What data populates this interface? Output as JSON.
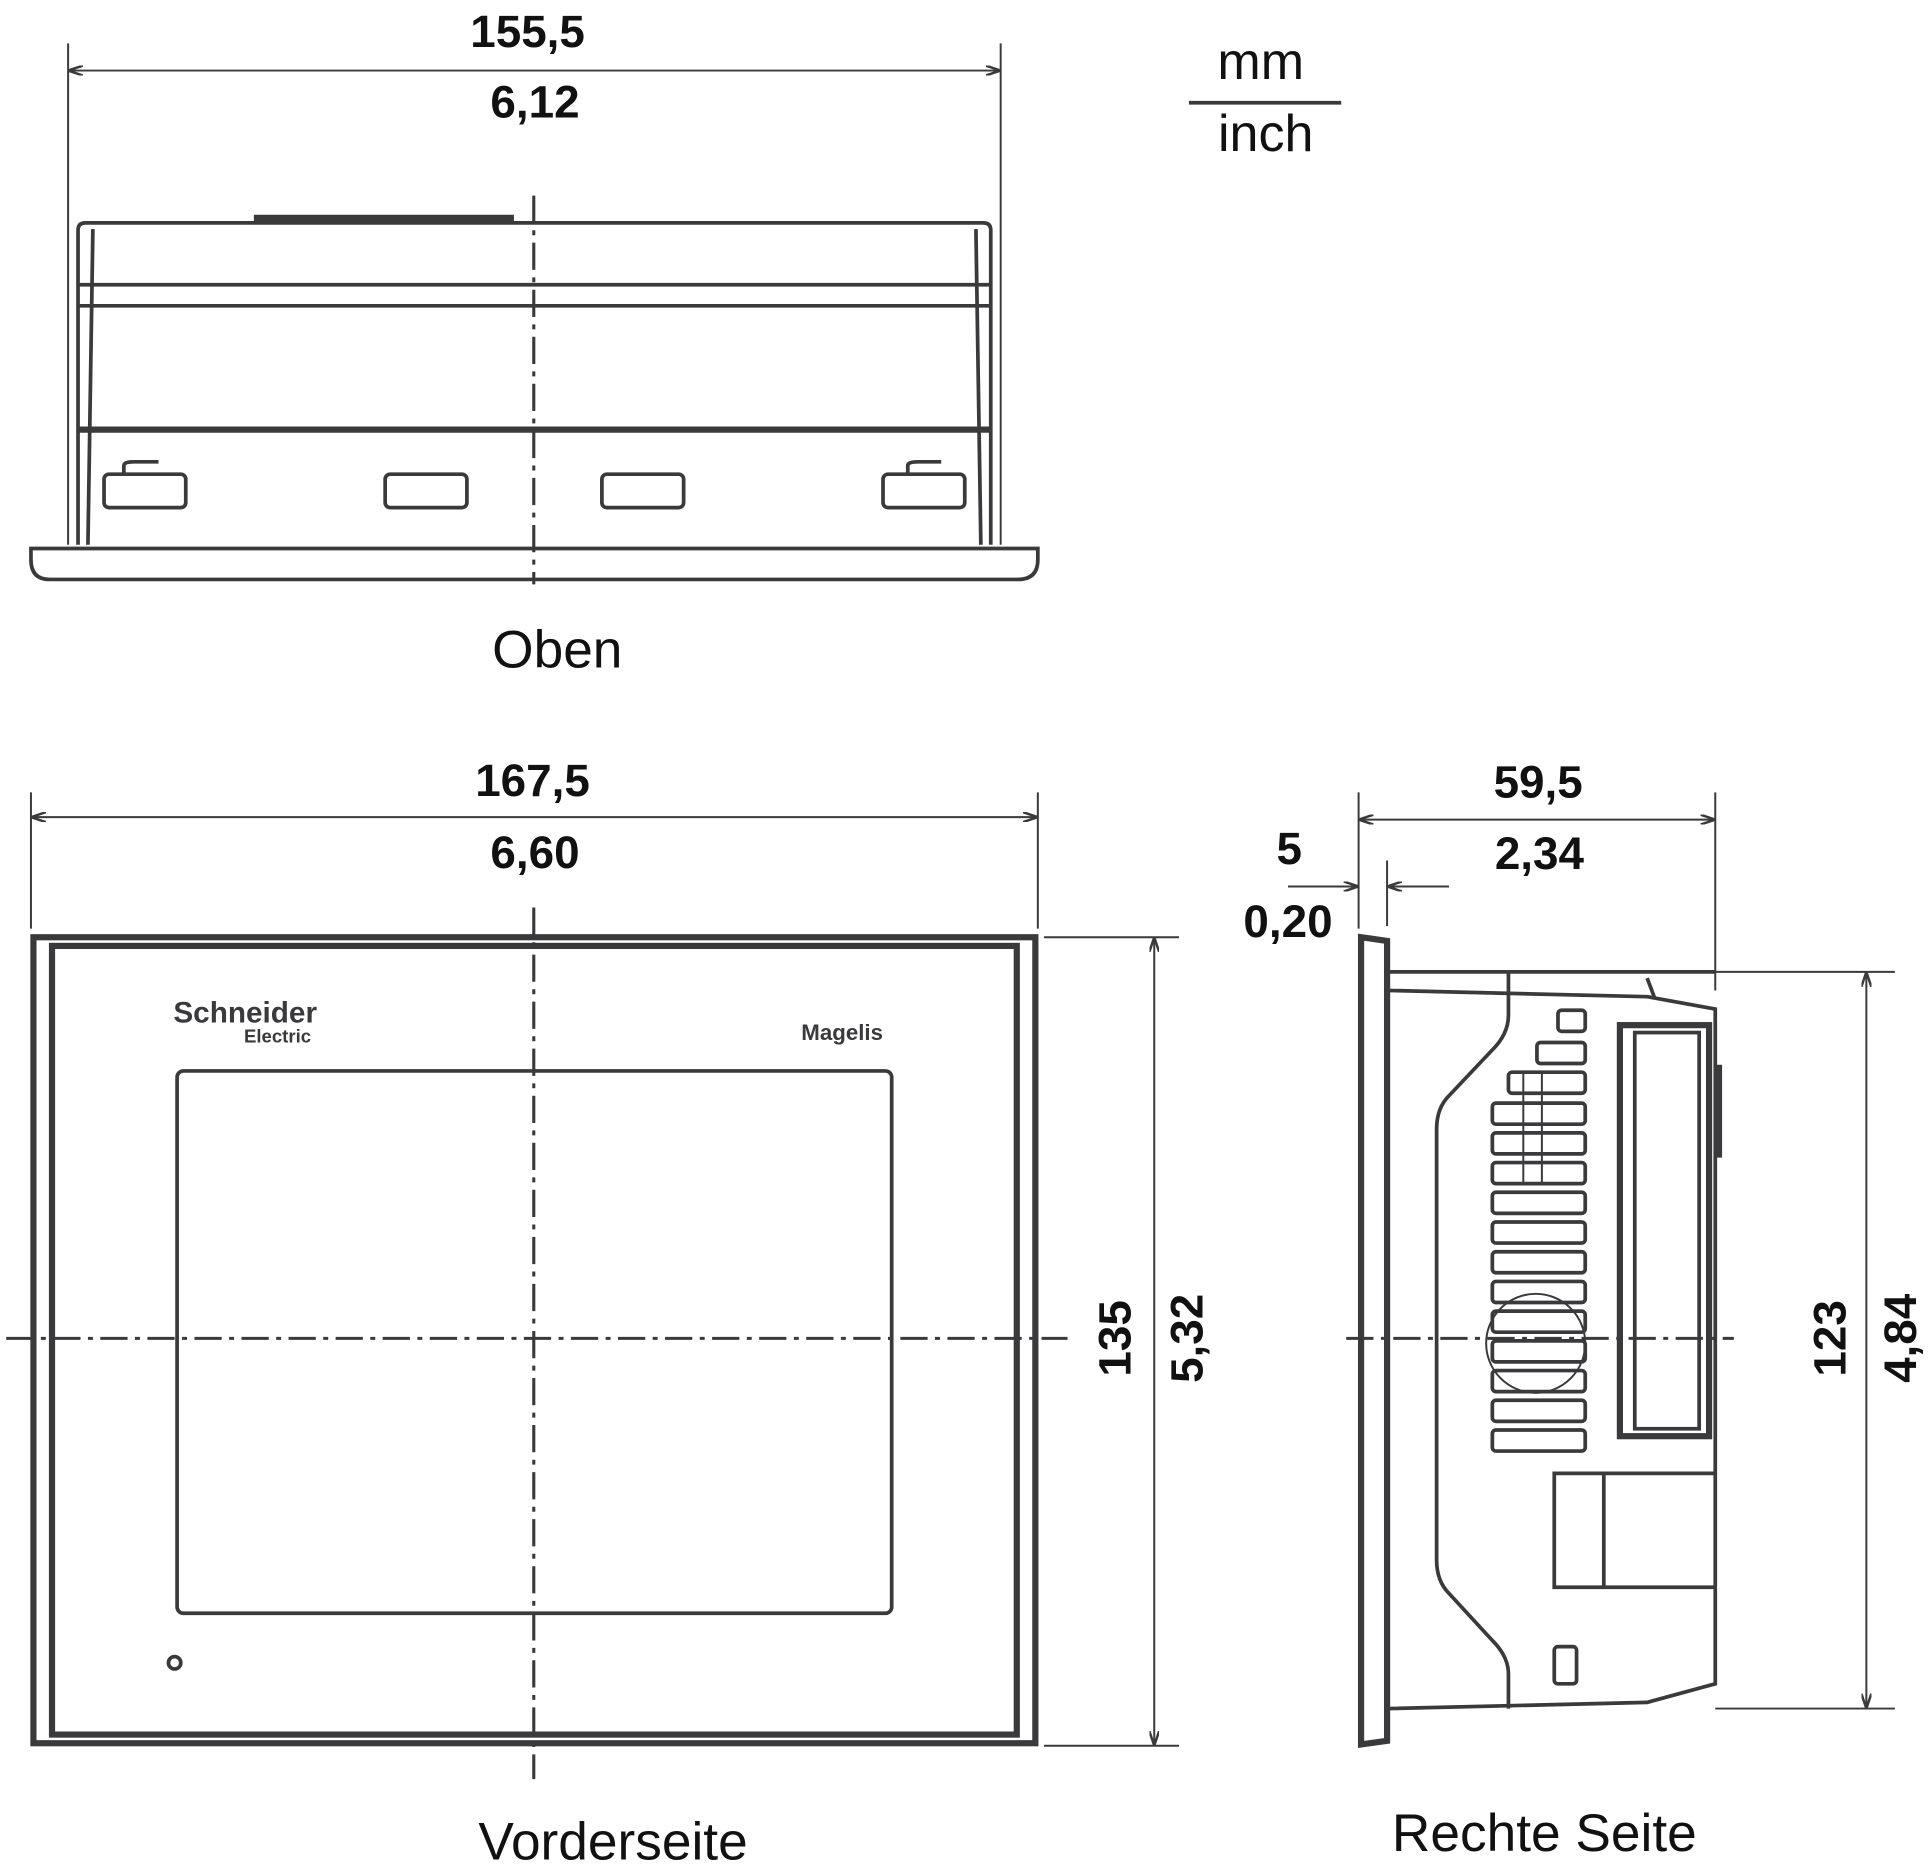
{
  "units": {
    "top": "mm",
    "bottom": "inch"
  },
  "views": {
    "top": {
      "label": "Oben",
      "width_mm": "155,5",
      "width_inch": "6,12"
    },
    "front": {
      "label": "Vorderseite",
      "width_mm": "167,5",
      "width_inch": "6,60",
      "height_mm": "135",
      "height_inch": "5,32",
      "brand": "Schneider",
      "brand_sub": "Electric",
      "product": "Magelis"
    },
    "side": {
      "label": "Rechte Seite",
      "depth_mm": "59,5",
      "depth_inch": "2,34",
      "bezel_mm": "5",
      "bezel_inch": "0,20",
      "height_mm": "123",
      "height_inch": "4,84"
    }
  },
  "colors": {
    "line": "#3a3a3c"
  }
}
